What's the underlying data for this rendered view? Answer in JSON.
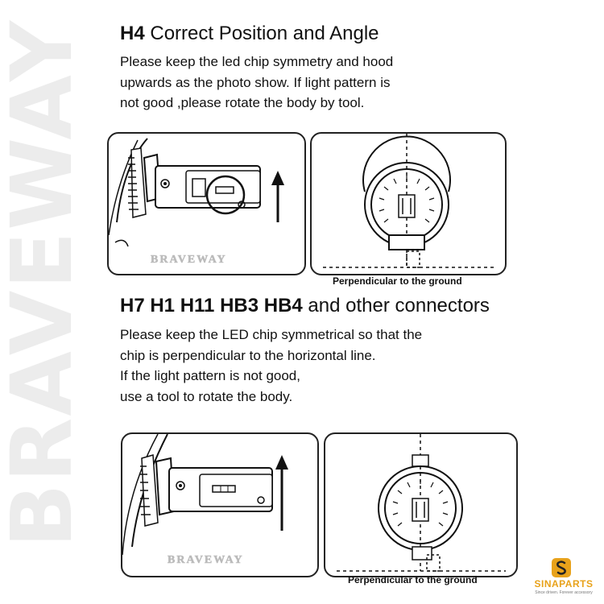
{
  "watermark": "BRAVEWAY",
  "section1": {
    "heading_bold": "H4",
    "heading_rest": " Correct Position and Angle",
    "lines": [
      "Please keep the led chip symmetry and hood",
      "upwards as the photo show. If light pattern is",
      "not good ,please rotate the body by tool."
    ],
    "panel_brand": "BRAVEWAY",
    "caption": "Perpendicular to the ground"
  },
  "section2": {
    "heading_bold": "H7 H1 H11 HB3 HB4",
    "heading_rest": " and other connectors",
    "lines": [
      "Please keep the LED chip symmetrical so that the",
      "chip is perpendicular to the horizontal line.",
      "If the light pattern is not good,",
      "use a tool to rotate the body."
    ],
    "panel_brand": "BRAVEWAY",
    "caption": "Perpendicular to the ground"
  },
  "logo": {
    "name": "SINAPARTS",
    "tagline": "Since driven. Forever accessory"
  },
  "icons": [
    "up-arrow-icon",
    "s-logo-icon"
  ],
  "colors": {
    "ink": "#111111",
    "watermark": "#ececec",
    "logo": "#e8a21b"
  }
}
